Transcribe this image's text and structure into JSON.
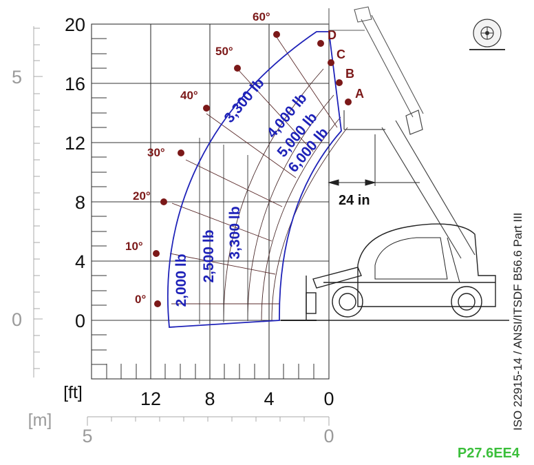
{
  "chart_data": {
    "type": "load-chart",
    "title": "",
    "x_axis_ft": {
      "unit": "[ft]",
      "ticks": [
        "12",
        "8",
        "4",
        "0"
      ]
    },
    "y_axis_ft": {
      "ticks": [
        "20",
        "16",
        "12",
        "8",
        "4",
        "0"
      ]
    },
    "x_axis_m": {
      "unit": "[m]",
      "ticks": [
        "5",
        "0"
      ]
    },
    "y_axis_m": {
      "ticks": [
        "5",
        "0"
      ]
    },
    "boom_angles": [
      "0°",
      "10°",
      "20°",
      "30°",
      "40°",
      "50°",
      "60°"
    ],
    "extension_positions": [
      "A",
      "B",
      "C",
      "D"
    ],
    "load_zones_arc": [
      "3,300 lb",
      "4,000 lb",
      "5,000 lb",
      "6,000 lb"
    ],
    "load_zones_vertical": [
      "2,000 lb",
      "2,500 lb",
      "3,300 lb"
    ],
    "load_center": "24 in"
  },
  "footer": {
    "standard": "ISO 22915-14   /   ANSI/ITSDF B56.6 Part III",
    "model": "P27.6EE4"
  },
  "icons": {
    "tyre": "tyre-icon",
    "machine": "telehandler-icon"
  },
  "colors": {
    "load": "#1e22b8",
    "angle": "#7b1818",
    "grid": "#333333",
    "model": "#3bbf3b"
  }
}
